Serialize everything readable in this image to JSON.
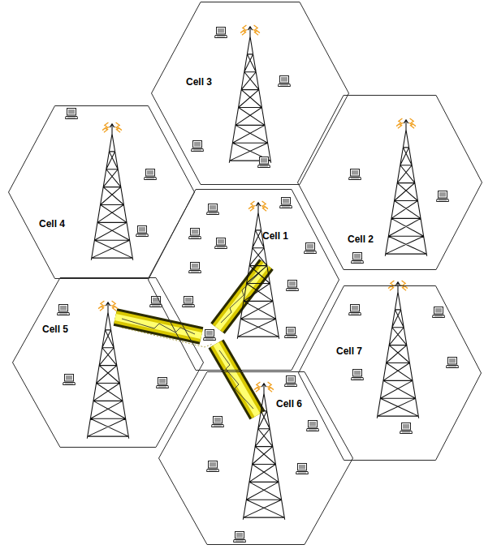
{
  "diagram": {
    "nodes": [
      {
        "text": [
          "Cell 3"
        ]
      },
      {
        "text": [
          "Cell 4"
        ]
      },
      {
        "text": [
          "Cell 1"
        ]
      },
      {
        "text": [
          "Cell 2"
        ]
      },
      {
        "text": [
          "Cell 5"
        ]
      },
      {
        "text": [
          "Cell 7"
        ]
      },
      {
        "text": [
          "Cell 6"
        ]
      }
    ]
  }
}
